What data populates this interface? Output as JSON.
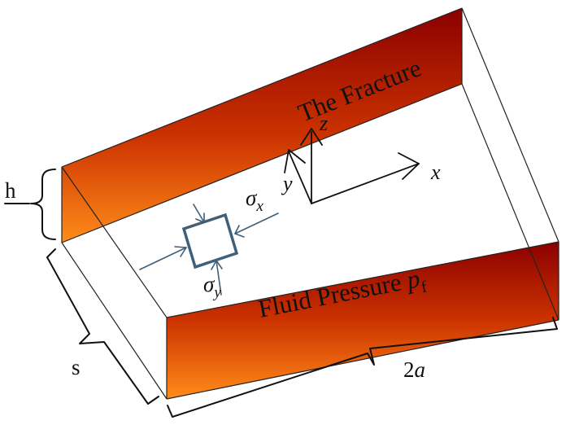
{
  "title": "The Fracture",
  "pressure_label": "Fluid Pressure",
  "pressure_symbol": "p",
  "pressure_subscript": "f",
  "dimensions": {
    "height_label": "h",
    "spacing_label": "s",
    "length_label_prefix": "2",
    "length_label_var": "a"
  },
  "axes": {
    "x": "x",
    "y": "y",
    "z": "z"
  },
  "stresses": {
    "sigma": "σ",
    "x_sub": "x",
    "y_sub": "y"
  },
  "colors": {
    "wall_top": "#8b0000",
    "wall_mid": "#cc3300",
    "wall_bottom": "#ff8c1a",
    "stress_element": "#40607a"
  }
}
